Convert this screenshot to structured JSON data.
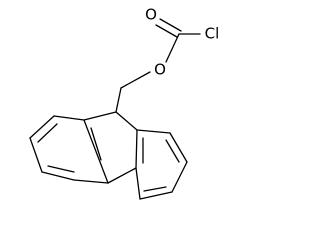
{
  "molecule": {
    "atoms": {
      "carbonyl_oxygen": "O",
      "ether_oxygen": "O",
      "chlorine": "Cl"
    },
    "colors": {
      "bond": "#000000",
      "label": "#000000",
      "background": "#ffffff"
    }
  }
}
